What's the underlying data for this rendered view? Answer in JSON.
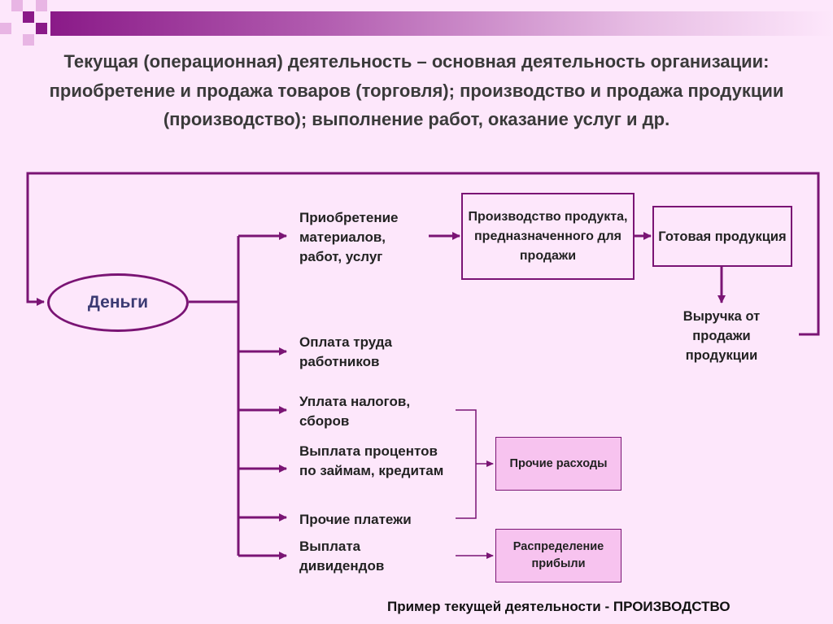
{
  "title": "Текущая (операционная) деятельность – основная деятельность организации: приобретение и продажа товаров (торговля); производство и продажа продукции (производство); выполнение работ, оказание услуг и др.",
  "colors": {
    "accent": "#7a1474",
    "background": "#fde7fb",
    "box_fill": "#f7c3ef"
  },
  "nodes": {
    "money": "Деньги",
    "purchase": "Приобретение материалов, работ, услуг",
    "production": "Производство продукта, предназначенного для продажи",
    "finished": "Готовая продукция",
    "revenue": "Выручка от продажи продукции",
    "wages": "Оплата труда работников",
    "taxes": "Уплата налогов, сборов",
    "interest": "Выплата процентов по займам, кредитам",
    "other_payments": "Прочие платежи",
    "dividends": "Выплата дивидендов",
    "other_expenses": "Прочие расходы",
    "profit_distribution": "Распределение прибыли"
  },
  "footer": {
    "prefix": "Пример текущей деятельности - ",
    "emphasis": "ПРОИЗВОДСТВО"
  }
}
